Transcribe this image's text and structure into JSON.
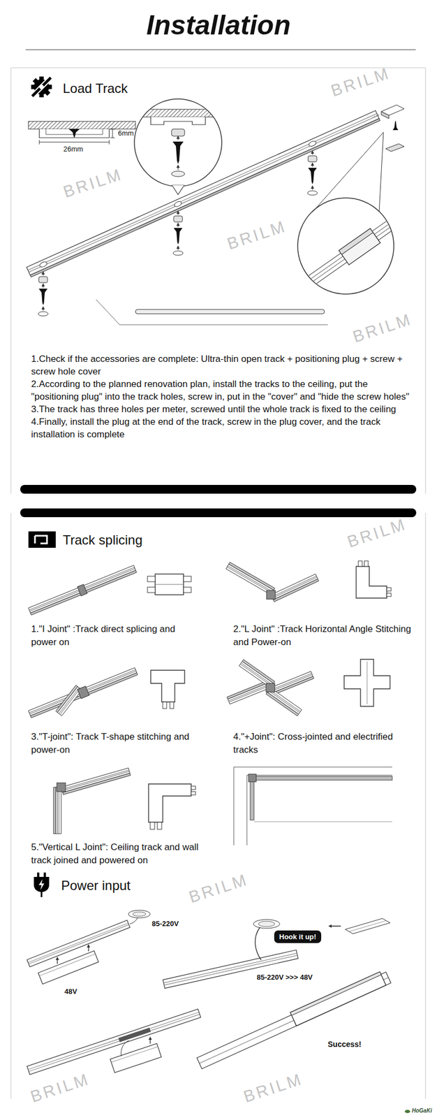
{
  "diagram": {
    "title": "Installation",
    "nodes": [
      {
        "text": [
          "Hook it up!"
        ]
      }
    ],
    "labels": [
      "Load Track",
      "6mm",
      "26mm",
      "1.Check if the accessories are complete: Ultra-thin open track + positioning plug + screw + screw hole cover",
      "2.According to the planned renovation plan, install the tracks to the ceiling, put the \"positioning plug\" into the track holes, screw in, put in the \"cover\" and \"hide the screw holes\"",
      "3.The track has three holes per meter, screwed until the whole track is fixed to the ceiling",
      "4.Finally, install the plug at the end of the track, screw in the plug cover, and the track installation is complete",
      "Track splicing",
      "1.\"I Joint\" :Track direct splicing and power on",
      "2.\"L Joint\" :Track Horizontal Angle Stitching and Power-on",
      "3.\"T-joint\": Track T-shape stitching and power-on",
      "4.\"+Joint\": Cross-jointed and electrified tracks",
      "5.\"Vertical L Joint\": Ceiling track and wall track joined and powered on",
      "Power input",
      "85-220V",
      "48V",
      "85-220V >>> 48V",
      "Success!",
      "HoGaKi",
      "BRILM",
      "BRILM",
      "BRILM",
      "BRILM",
      "BRILM",
      "BRILM",
      "BRILM",
      "BRILM"
    ]
  }
}
